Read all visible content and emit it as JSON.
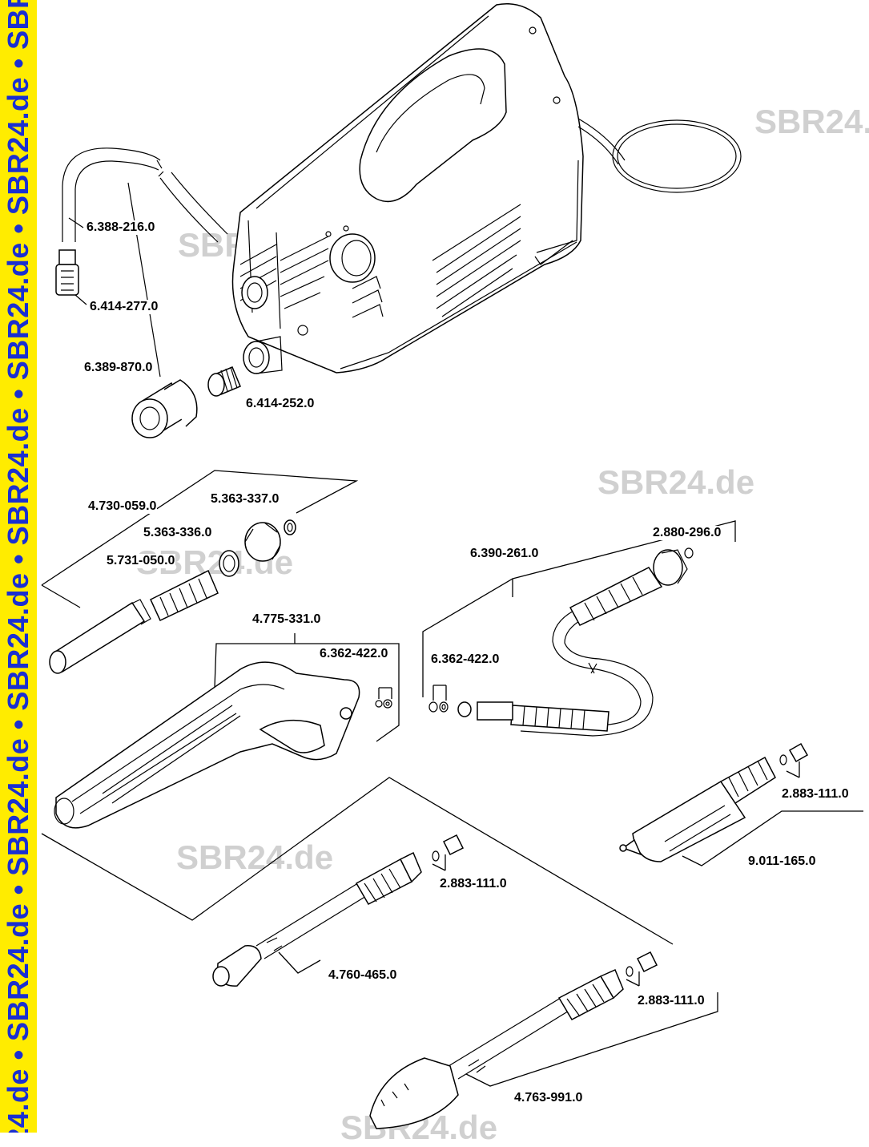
{
  "sidebar": {
    "text": "24.de • SBR24.de • SBR24.de • SBR24.de • SBR24.de • SBR24.de • SBR24.de • SBR",
    "background": "#ffec00",
    "text_color": "#1a2fd1"
  },
  "watermarks": [
    "SBR24.de",
    "SBR24.de",
    "SBR24.de",
    "SBR24.de",
    "SBR24.de",
    "SBR24.de"
  ],
  "parts": [
    {
      "id": "hose_suction",
      "number": "6.388-216.0"
    },
    {
      "id": "filter_suction",
      "number": "6.414-277.0"
    },
    {
      "id": "coupling",
      "number": "6.389-870.0"
    },
    {
      "id": "adapter",
      "number": "6.414-252.0"
    },
    {
      "id": "water_filter_set",
      "number": "4.730-059.0"
    },
    {
      "id": "seal_ring_a",
      "number": "5.363-337.0"
    },
    {
      "id": "seal_ring_b",
      "number": "5.363-336.0"
    },
    {
      "id": "filter_insert",
      "number": "5.731-050.0"
    },
    {
      "id": "hp_hose",
      "number": "6.390-261.0"
    },
    {
      "id": "hose_oring",
      "number": "2.880-296.0"
    },
    {
      "id": "spray_gun",
      "number": "4.775-331.0"
    },
    {
      "id": "gun_oring",
      "number": "6.362-422.0"
    },
    {
      "id": "hose_end_oring",
      "number": "6.362-422.0"
    },
    {
      "id": "brush_oring",
      "number": "2.883-111.0"
    },
    {
      "id": "brush",
      "number": "9.011-165.0"
    },
    {
      "id": "lance_oring",
      "number": "2.883-111.0"
    },
    {
      "id": "spray_lance",
      "number": "4.760-465.0"
    },
    {
      "id": "rotor_oring",
      "number": "2.883-111.0"
    },
    {
      "id": "rotor_nozzle",
      "number": "4.763-991.0"
    }
  ]
}
